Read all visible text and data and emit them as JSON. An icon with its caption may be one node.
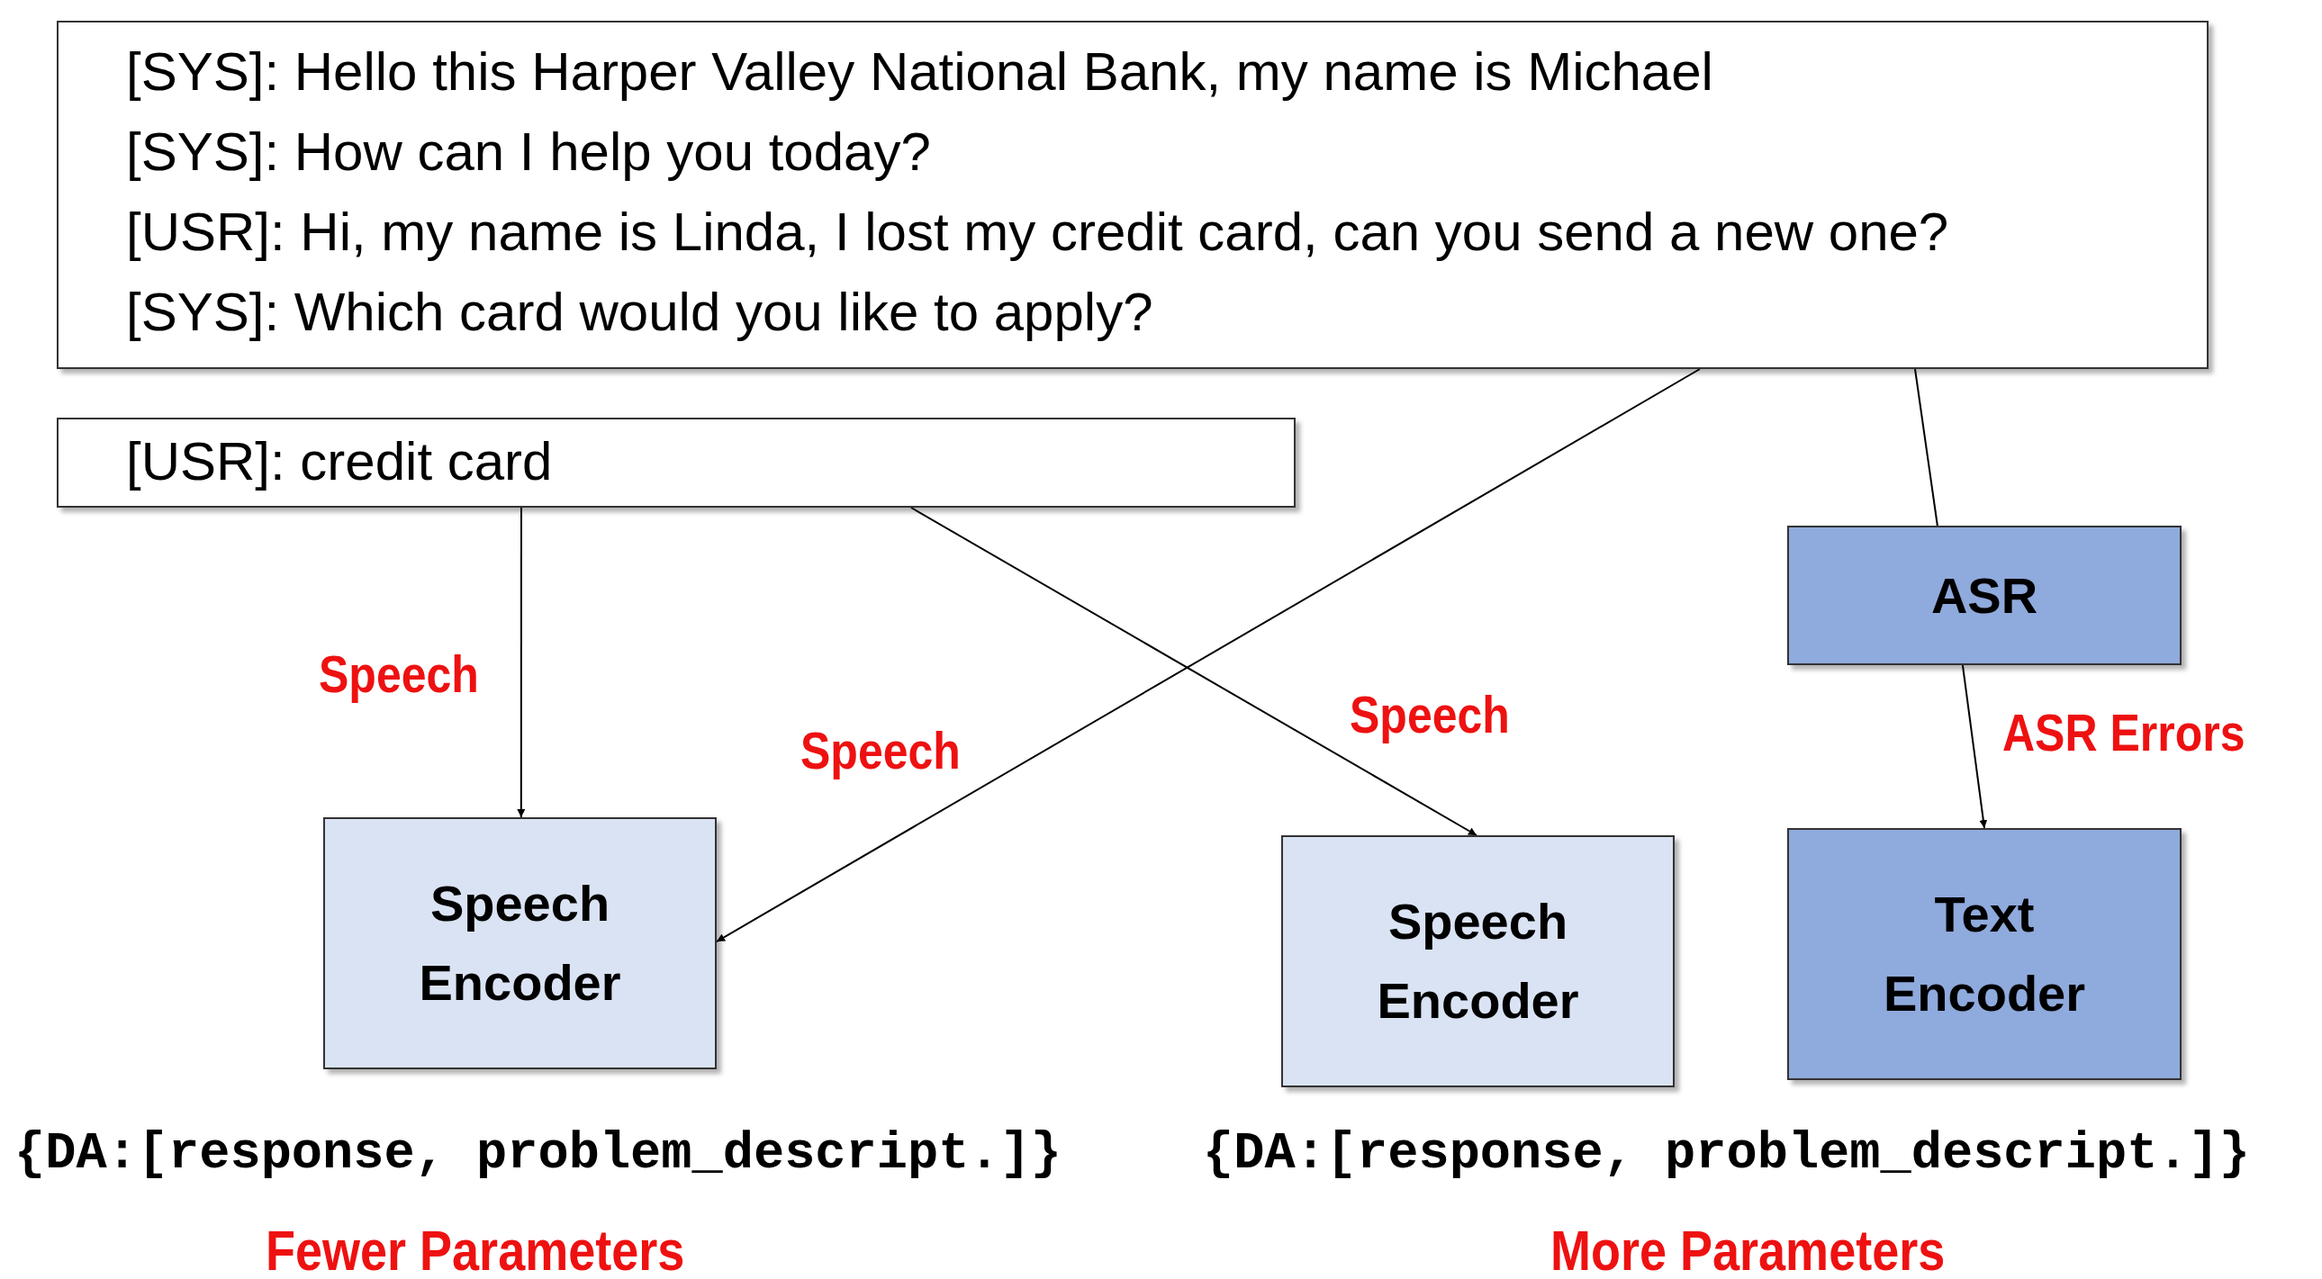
{
  "diagram": {
    "nodes": [
      {
        "text": [
          "[SYS]: Hello this Harper Valley National Bank, my name is Michael",
          "[SYS]: How can I help you today?",
          "[USR]: Hi, my name is Linda, I lost my credit card, can you send a new one?",
          "[SYS]: Which card would you like to apply?"
        ]
      },
      {
        "text": [
          "[USR]: credit card"
        ]
      },
      {
        "text": [
          "Speech Encoder"
        ]
      },
      {
        "text": [
          "Speech Encoder"
        ]
      },
      {
        "text": [
          "ASR"
        ]
      },
      {
        "text": [
          "Text Encoder"
        ]
      }
    ],
    "edges": [
      {
        "from": 1,
        "to": 2,
        "arrow": "to",
        "label": "Speech"
      },
      {
        "from": 0,
        "to": 2,
        "arrow": "to",
        "label": "Speech"
      },
      {
        "from": 1,
        "to": 3,
        "arrow": "to",
        "label": "Speech"
      },
      {
        "from": 0,
        "to": 4,
        "arrow": "none"
      },
      {
        "from": 4,
        "to": 5,
        "arrow": "to",
        "label": "ASR Errors"
      }
    ],
    "labels": [
      "{DA:[response, problem_descript.]}",
      "{DA:[response, problem_descript.]}",
      "Fewer Parameters",
      "More Parameters"
    ]
  }
}
